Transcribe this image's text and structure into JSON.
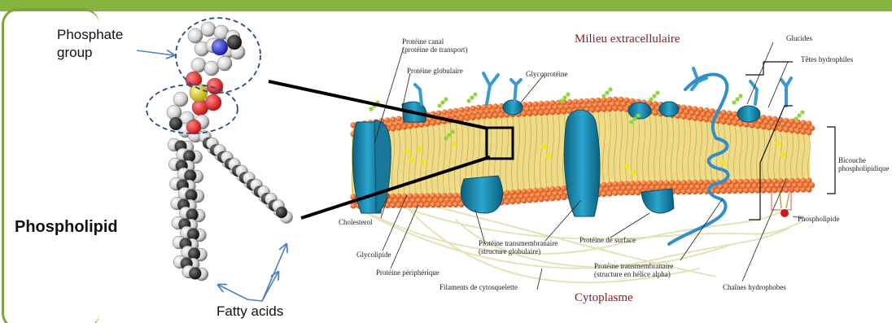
{
  "colors": {
    "frame": "#7aa63c",
    "head": "#e0500c",
    "protein": "#1c8bb0",
    "glycan": "#3b9bd0",
    "cholesterol": "#f2e21a",
    "tail": "#d8b93a"
  },
  "molecule": {
    "title": "Phospholipid",
    "phosphate_label": "Phosphate\ngroup",
    "fatty_acids_label": "Fatty acids"
  },
  "membrane": {
    "region_top": "Milieu extracellulaire",
    "region_bottom": "Cytoplasme",
    "labels": {
      "canal": "Protéine canal\n(protéine de transport)",
      "globulaire": "Protéine globulaire",
      "glycoproteine": "Glycoprotéine",
      "glucides": "Glucides",
      "tetes": "Têtes hydrophiles",
      "bicouche": "Bicouche\nphospholipidique",
      "cholesterol": "Cholesterol",
      "glycolipide": "Glycolipide",
      "peripherique": "Protéine périphérique",
      "filaments": "Filaments de cytosquelette",
      "transmembranaire_glob": "Protéine transmembranaire\n(structure globulaire)",
      "surface": "Protéine de surface",
      "transmembranaire_helice": "Protéine transmembranaire\n(structure en hélice alpha)",
      "phospholipide": "Phospholipide",
      "chaines": "Chaînes hydrophobes"
    }
  }
}
